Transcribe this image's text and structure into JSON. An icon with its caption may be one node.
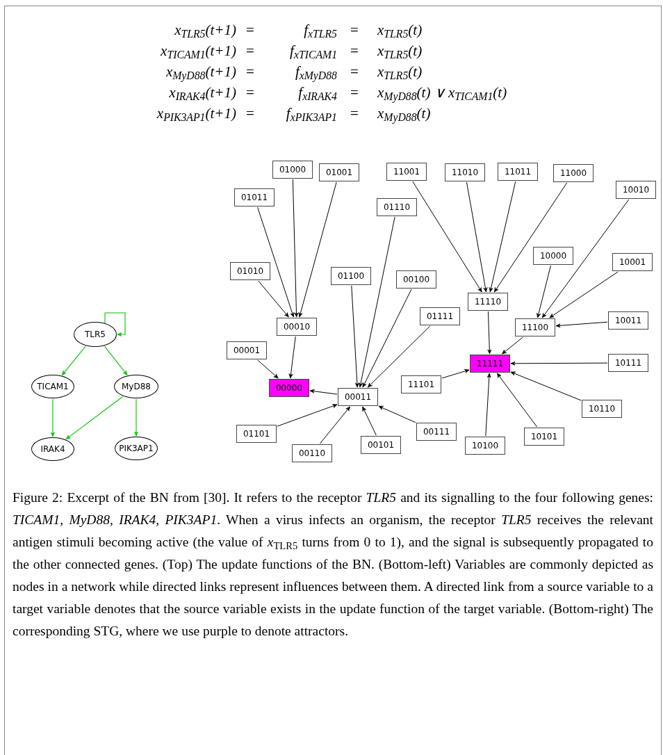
{
  "diagram": {
    "caption": "Figure 2: Excerpt of the BN from [30]. It refers to the receptor *TLR5* and its signalling to the four following genes: *TICAM1, MyD88, IRAK4, PIK3AP1*. When a virus infects an organism, the receptor *TLR5* receives the relevant antigen stimuli becoming active (the value of *x*$_{TLR5}$ turns from 0 to 1), and the signal is subsequently propagated to the other connected genes. (Top) The update functions of the BN. (Bottom-left) Variables are commonly depicted as nodes in a network while directed links represent influences between them. A directed link from a source variable to a target variable denotes that the source variable exists in the update function of the target variable. (Bottom-right) The corresponding STG, where we use purple to denote attractors.",
    "nodes": [
      {
        "text": [
          "TLR5"
        ]
      },
      {
        "text": [
          "TICAM1"
        ]
      },
      {
        "text": [
          "MyD88"
        ]
      },
      {
        "text": [
          "IRAK4"
        ]
      },
      {
        "text": [
          "PIK3AP1"
        ]
      },
      {
        "text": [
          "01000"
        ]
      },
      {
        "text": [
          "01001"
        ]
      },
      {
        "text": [
          "01011"
        ]
      },
      {
        "text": [
          "01010"
        ]
      },
      {
        "text": [
          "00010"
        ]
      },
      {
        "text": [
          "00001"
        ]
      },
      {
        "text": [
          "00000"
        ]
      },
      {
        "text": [
          "01100"
        ]
      },
      {
        "text": [
          "01110"
        ]
      },
      {
        "text": [
          "00100"
        ]
      },
      {
        "text": [
          "01111"
        ]
      },
      {
        "text": [
          "00011"
        ]
      },
      {
        "text": [
          "01101"
        ]
      },
      {
        "text": [
          "00110"
        ]
      },
      {
        "text": [
          "00101"
        ]
      },
      {
        "text": [
          "00111"
        ]
      },
      {
        "text": [
          "11001"
        ]
      },
      {
        "text": [
          "11010"
        ]
      },
      {
        "text": [
          "11011"
        ]
      },
      {
        "text": [
          "11000"
        ]
      },
      {
        "text": [
          "10010"
        ]
      },
      {
        "text": [
          "10000"
        ]
      },
      {
        "text": [
          "10001"
        ]
      },
      {
        "text": [
          "11110"
        ]
      },
      {
        "text": [
          "11100"
        ]
      },
      {
        "text": [
          "10011"
        ]
      },
      {
        "text": [
          "11111"
        ]
      },
      {
        "text": [
          "10111"
        ]
      },
      {
        "text": [
          "11101"
        ]
      },
      {
        "text": [
          "10110"
        ]
      },
      {
        "text": [
          "10101"
        ]
      },
      {
        "text": [
          "10100"
        ]
      }
    ],
    "edges": [
      {
        "from": 0,
        "to": 0,
        "arrow": "to",
        "color": "#00c000"
      },
      {
        "from": 0,
        "to": 1,
        "arrow": "to",
        "color": "#00c000"
      },
      {
        "from": 0,
        "to": 2,
        "arrow": "to",
        "color": "#00c000"
      },
      {
        "from": 1,
        "to": 3,
        "arrow": "to",
        "color": "#00c000"
      },
      {
        "from": 2,
        "to": 3,
        "arrow": "to",
        "color": "#00c000"
      },
      {
        "from": 2,
        "to": 4,
        "arrow": "to",
        "color": "#00c000"
      },
      {
        "from": 5,
        "to": 9,
        "arrow": "to"
      },
      {
        "from": 6,
        "to": 9,
        "arrow": "to"
      },
      {
        "from": 7,
        "to": 9,
        "arrow": "to"
      },
      {
        "from": 8,
        "to": 9,
        "arrow": "to"
      },
      {
        "from": 9,
        "to": 11,
        "arrow": "to"
      },
      {
        "from": 10,
        "to": 11,
        "arrow": "to"
      },
      {
        "from": 16,
        "to": 11,
        "arrow": "to"
      },
      {
        "from": 12,
        "to": 16,
        "arrow": "to"
      },
      {
        "from": 13,
        "to": 16,
        "arrow": "to"
      },
      {
        "from": 14,
        "to": 16,
        "arrow": "to"
      },
      {
        "from": 15,
        "to": 16,
        "arrow": "to"
      },
      {
        "from": 17,
        "to": 16,
        "arrow": "to"
      },
      {
        "from": 18,
        "to": 16,
        "arrow": "to"
      },
      {
        "from": 19,
        "to": 16,
        "arrow": "to"
      },
      {
        "from": 20,
        "to": 16,
        "arrow": "to"
      },
      {
        "from": 21,
        "to": 28,
        "arrow": "to"
      },
      {
        "from": 22,
        "to": 28,
        "arrow": "to"
      },
      {
        "from": 23,
        "to": 28,
        "arrow": "to"
      },
      {
        "from": 24,
        "to": 28,
        "arrow": "to"
      },
      {
        "from": 26,
        "to": 29,
        "arrow": "to"
      },
      {
        "from": 25,
        "to": 29,
        "arrow": "to"
      },
      {
        "from": 27,
        "to": 29,
        "arrow": "to"
      },
      {
        "from": 30,
        "to": 29,
        "arrow": "to"
      },
      {
        "from": 28,
        "to": 31,
        "arrow": "to"
      },
      {
        "from": 29,
        "to": 31,
        "arrow": "to"
      },
      {
        "from": 33,
        "to": 31,
        "arrow": "to"
      },
      {
        "from": 32,
        "to": 31,
        "arrow": "to"
      },
      {
        "from": 34,
        "to": 31,
        "arrow": "to"
      },
      {
        "from": 35,
        "to": 31,
        "arrow": "to"
      },
      {
        "from": 36,
        "to": 31,
        "arrow": "to"
      }
    ],
    "labels": [
      "x$_{TLR5}$(t+1)",
      "=",
      "f$_{x}$$_{TLR5}$",
      "=",
      "x$_{TLR5}$(t)",
      "x$_{TICAM1}$(t+1)",
      "=",
      "f$_{x}$$_{TICAM1}$",
      "=",
      "x$_{TLR5}$(t)",
      "x$_{MyD88}$(t+1)",
      "=",
      "f$_{x}$$_{MyD88}$",
      "=",
      "x$_{TLR5}$(t)",
      "x$_{IRAK4}$(t+1)",
      "=",
      "f$_{x}$$_{IRAK4}$",
      "=",
      "x$_{MyD88}$(t) ∨ x$_{TICAM1}$(t)",
      "x$_{PIK3AP1}$(t+1)",
      "=",
      "f$_{x}$$_{PIK3AP1}$",
      "=",
      "x$_{MyD88}$(t)"
    ]
  }
}
